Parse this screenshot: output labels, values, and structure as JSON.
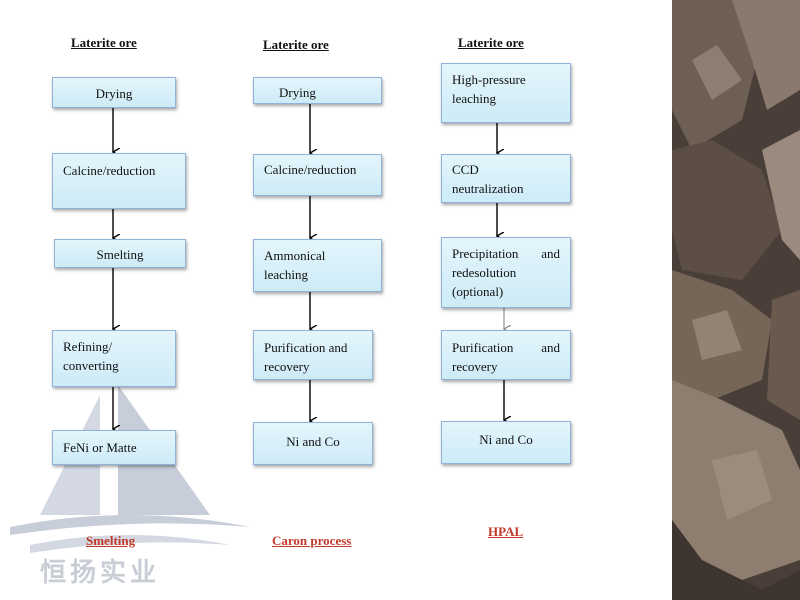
{
  "columns": [
    {
      "heading": "Laterite ore",
      "steps": [
        "Drying",
        "Calcine/reduction",
        "Smelting",
        "Refining/ converting",
        "FeNi or Matte"
      ],
      "footer": "Smelting"
    },
    {
      "heading": "Laterite ore",
      "steps": [
        "Drying",
        "Calcine/reduction",
        "Ammonical leaching",
        "Purification and recovery",
        "Ni and Co"
      ],
      "footer": "Caron process"
    },
    {
      "heading": "Laterite ore",
      "steps": [
        "High-pressure leaching",
        "CCD neutralization",
        "Precipitation and redesolution (optional)",
        "Purification and recovery",
        "Ni and Co"
      ],
      "footer": "HPAL"
    }
  ],
  "watermark": {
    "company_name": "恒扬实业"
  },
  "colors": {
    "box_fill": "#cdebf7",
    "box_border": "#8fb3d9",
    "footer_text": "#c0392b",
    "watermark": "#c9cdd6"
  }
}
